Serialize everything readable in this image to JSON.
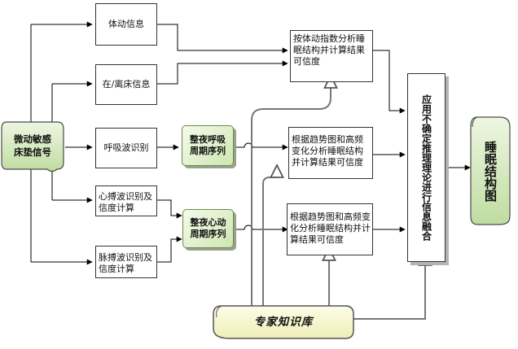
{
  "nodes": {
    "source": "微动敏感床垫信号",
    "body_motion": "体动信息",
    "bed_presence": "在/离床信息",
    "respiration_recognition": "呼吸波识别",
    "heartbeat_recognition": "心搏波识别及信度计算",
    "pulse_recognition": "脉搏波识别及信度计算",
    "night_resp_series": "整夜呼吸周期序列",
    "night_heart_series": "整夜心动周期序列",
    "analysis_body_motion": "按体动指数分析睡眠结构并计算结果可信度",
    "analysis_resp": "根据趋势图和高频变化分析睡眠结构并计算结果可信度",
    "analysis_heart": "根据趋势图和高频变化分析睡眠结构并计算结果可信度",
    "fusion": "应用不确定推理理论进行信息融合",
    "result": "睡眠结构图",
    "knowledge_base": "专家知识库"
  },
  "colors": {
    "node_fill_green": "#cfe6b3",
    "banner_fill": "#f7f7cc",
    "line": "#000000",
    "open_arrow": "#555555"
  }
}
